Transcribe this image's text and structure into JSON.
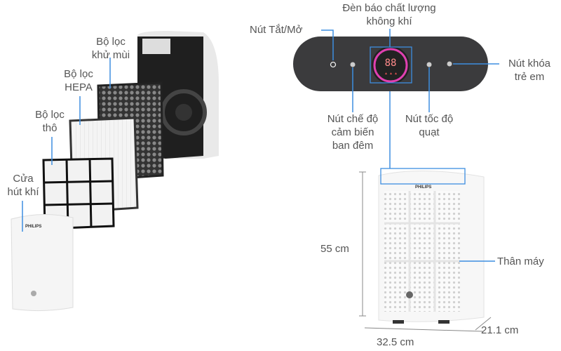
{
  "colors": {
    "leader_line": "#3d8ee0",
    "panel": "#3b3b3d",
    "ring": "#e040b0",
    "display_digits": "#ff8a8a"
  },
  "left_labels": {
    "odor_filter": [
      "Bộ lọc",
      "khử mùi"
    ],
    "hepa_filter": [
      "Bộ lọc",
      "HEPA"
    ],
    "coarse_filter": [
      "Bộ lọc",
      "thô"
    ],
    "air_intake": [
      "Cửa",
      "hút khí"
    ]
  },
  "panel_labels": {
    "air_quality": [
      "Đèn báo chất lượng",
      "không khí"
    ],
    "power": "Nút Tắt/Mở",
    "child_lock": [
      "Nút khóa",
      "trẻ em"
    ],
    "night_sensor": [
      "Nút chế độ",
      "cảm biến",
      "ban đêm"
    ],
    "fan_speed": [
      "Nút tốc độ",
      "quạt"
    ]
  },
  "display": {
    "digits": "88"
  },
  "device": {
    "brand": "PHILIPS",
    "body_label": "Thân máy",
    "height": "55 cm",
    "width": "32.5 cm",
    "depth": "21.1 cm"
  }
}
